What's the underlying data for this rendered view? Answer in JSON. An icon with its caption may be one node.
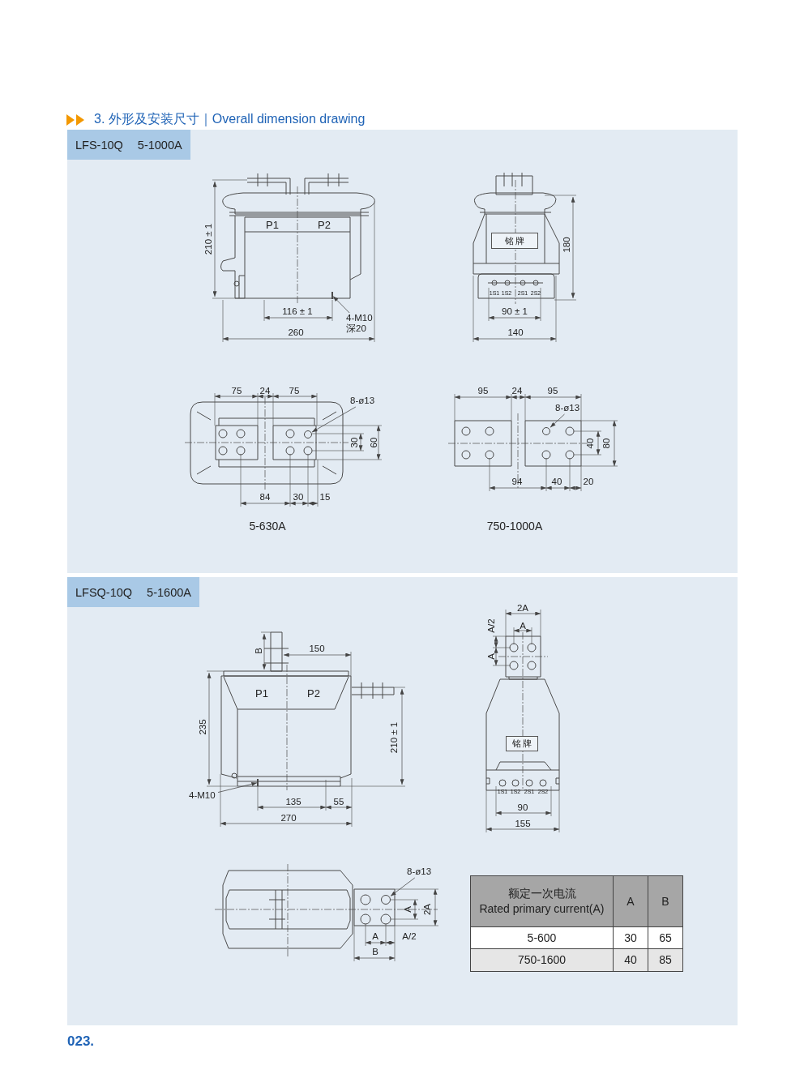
{
  "diagram": {
    "title": "3. 外形及安装尺寸｜Overall dimension drawing",
    "nodes": [
      {
        "text": [
          "LFS-10Q",
          "5-1000A"
        ]
      },
      {
        "text": [
          "铭 牌"
        ],
        "in": 0
      },
      {
        "text": [
          "4-M10 深20"
        ],
        "in": 0
      },
      {
        "text": [
          "8-ø13"
        ],
        "in": 0
      },
      {
        "text": [
          "8-ø13"
        ],
        "in": 0
      },
      {
        "text": [
          "LFSQ-10Q",
          "5-1600A"
        ]
      },
      {
        "text": [
          "4-M10"
        ],
        "in": 5
      },
      {
        "text": [
          "铭 牌"
        ],
        "in": 5
      },
      {
        "text": [
          "8-ø13"
        ],
        "in": 5
      },
      {
        "text": [],
        "shape": "bar",
        "in": 0
      },
      {
        "text": [],
        "shape": "circle",
        "in": 0
      },
      {
        "text": [],
        "shape": "circle",
        "in": 0
      },
      {
        "text": [],
        "shape": "bar",
        "in": 5
      },
      {
        "text": [],
        "shape": "circle",
        "in": 5
      }
    ],
    "edges": [
      {
        "from": 2,
        "to": 9,
        "arrow": "to"
      },
      {
        "from": 3,
        "to": 10,
        "arrow": "to"
      },
      {
        "from": 4,
        "to": 11,
        "arrow": "to"
      },
      {
        "from": 6,
        "to": 12,
        "arrow": "to"
      },
      {
        "from": 8,
        "to": 13,
        "arrow": "to"
      }
    ],
    "labels": [
      "210 ± 1",
      "P1",
      "P2",
      "116 ± 1",
      "260",
      "1S1",
      "1S2",
      "2S1",
      "2S2",
      "180",
      "90 ± 1",
      "140",
      "75",
      "24",
      "75",
      "30",
      "60",
      "84",
      "30",
      "15",
      "5-630A",
      "95",
      "24",
      "95",
      "40",
      "80",
      "94",
      "40",
      "20",
      "750-1000A",
      "B",
      "150",
      "P1",
      "P2",
      "235",
      "210 ± 1",
      "135",
      "55",
      "270",
      "2A",
      "A/2",
      "A",
      "A",
      "1S1",
      "1S2",
      "2S1",
      "2S2",
      "90",
      "155",
      "A",
      "2A",
      "A",
      "A/2",
      "B",
      "额定一次电流",
      "Rated primary current(A)",
      "A",
      "B",
      "5-600",
      "30",
      "65",
      "750-1600",
      "40",
      "85",
      "023."
    ]
  }
}
